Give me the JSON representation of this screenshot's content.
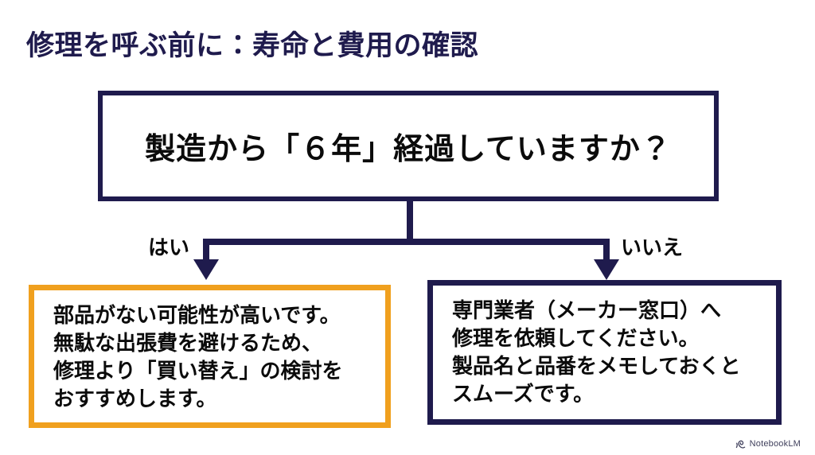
{
  "slide": {
    "title": "修理を呼ぶ前に：寿命と費用の確認",
    "background_color": "#ffffff",
    "navy_color": "#1f1b4d",
    "orange_color": "#f0a01e",
    "text_color": "#0b0b0b"
  },
  "question": {
    "text": "製造から「６年」経過していますか？",
    "border_color": "#1f1b4d"
  },
  "branches": {
    "yes_label": "はい",
    "no_label": "いいえ"
  },
  "outcomes": {
    "yes": {
      "border_color": "#f0a01e",
      "lines": [
        "部品がない可能性が高いです。",
        "無駄な出張費を避けるため、",
        "修理より「買い替え」の検討を",
        "おすすめします。"
      ]
    },
    "no": {
      "border_color": "#1f1b4d",
      "lines": [
        "専門業者（メーカー窓口）へ",
        "修理を依頼してください。",
        "製品名と品番をメモしておくと",
        "スムーズです。"
      ]
    }
  },
  "watermark": {
    "label": "NotebookLM",
    "icon": "notebooklm-spiral-icon"
  }
}
